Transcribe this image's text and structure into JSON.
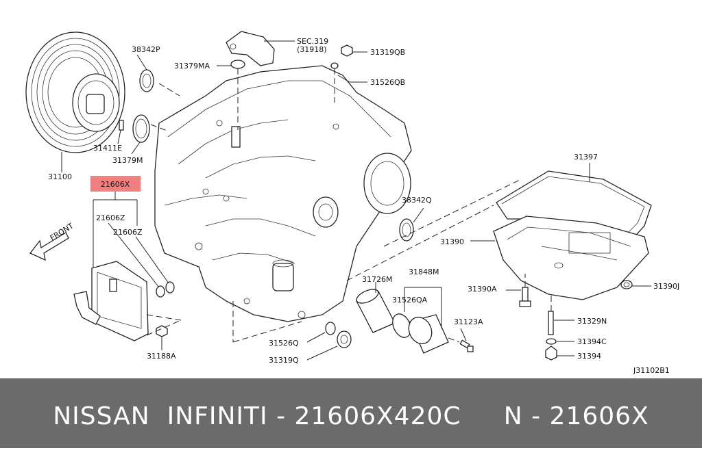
{
  "diagram": {
    "labels": {
      "p38342P": "38342P",
      "p31379MA": "31379MA",
      "sec319": "SEC.319",
      "sec319_sub": "(31918)",
      "p31319QB": "31319QB",
      "p31526QB": "31526QB",
      "p31411E": "31411E",
      "p31379M": "31379M",
      "p31100": "31100",
      "p21606X": "21606X",
      "p21606Z_a": "21606Z",
      "p21606Z_b": "21606Z",
      "front": "FRONT",
      "p31397": "31397",
      "p38342Q": "38342Q",
      "p31390": "31390",
      "p31726M": "31726M",
      "p31848M": "31848M",
      "p31526QA": "31526QA",
      "p31390A": "31390A",
      "p31390J": "31390J",
      "p31123A": "31123A",
      "p31329N": "31329N",
      "p31394C": "31394C",
      "p31394": "31394",
      "p31526Q": "31526Q",
      "p31319Q": "31319Q",
      "p31188A": "31188A",
      "code": "J31102B1"
    },
    "highlight_color": "#f08080"
  },
  "banner": {
    "text": "NISSAN  INFINITI - 21606X420C     N - 21606X",
    "bg_color": "#6b6b6b"
  }
}
